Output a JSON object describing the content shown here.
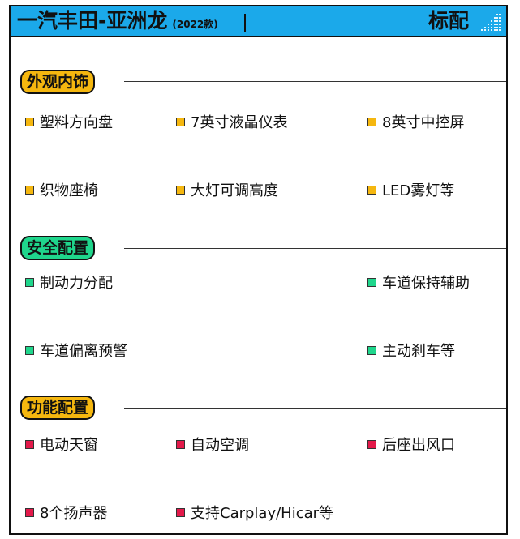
{
  "header": {
    "title": "一汽丰田-亚洲龙",
    "year": "(2022款)",
    "standard": "标配",
    "bg_color": "#1ba9ea",
    "signal_icon": "signal-bars-icon"
  },
  "sections": [
    {
      "title": "外观内饰",
      "color": "#f5b70f",
      "items": [
        "塑料方向盘",
        "7英寸液晶仪表",
        "8英寸中控屏",
        "织物座椅",
        "大灯可调高度",
        "LED雾灯等"
      ]
    },
    {
      "title": "安全配置",
      "color": "#1fd68c",
      "items": [
        "制动力分配",
        "车道保持辅助",
        "车道偏离预警",
        "主动刹车等"
      ]
    },
    {
      "title": "功能配置",
      "color": "#f5b70f",
      "bullet_color": "#e3194a",
      "items": [
        "电动天窗",
        "自动空调",
        "后座出风口",
        "8个扬声器",
        "支持Carplay/Hicar等"
      ]
    }
  ]
}
